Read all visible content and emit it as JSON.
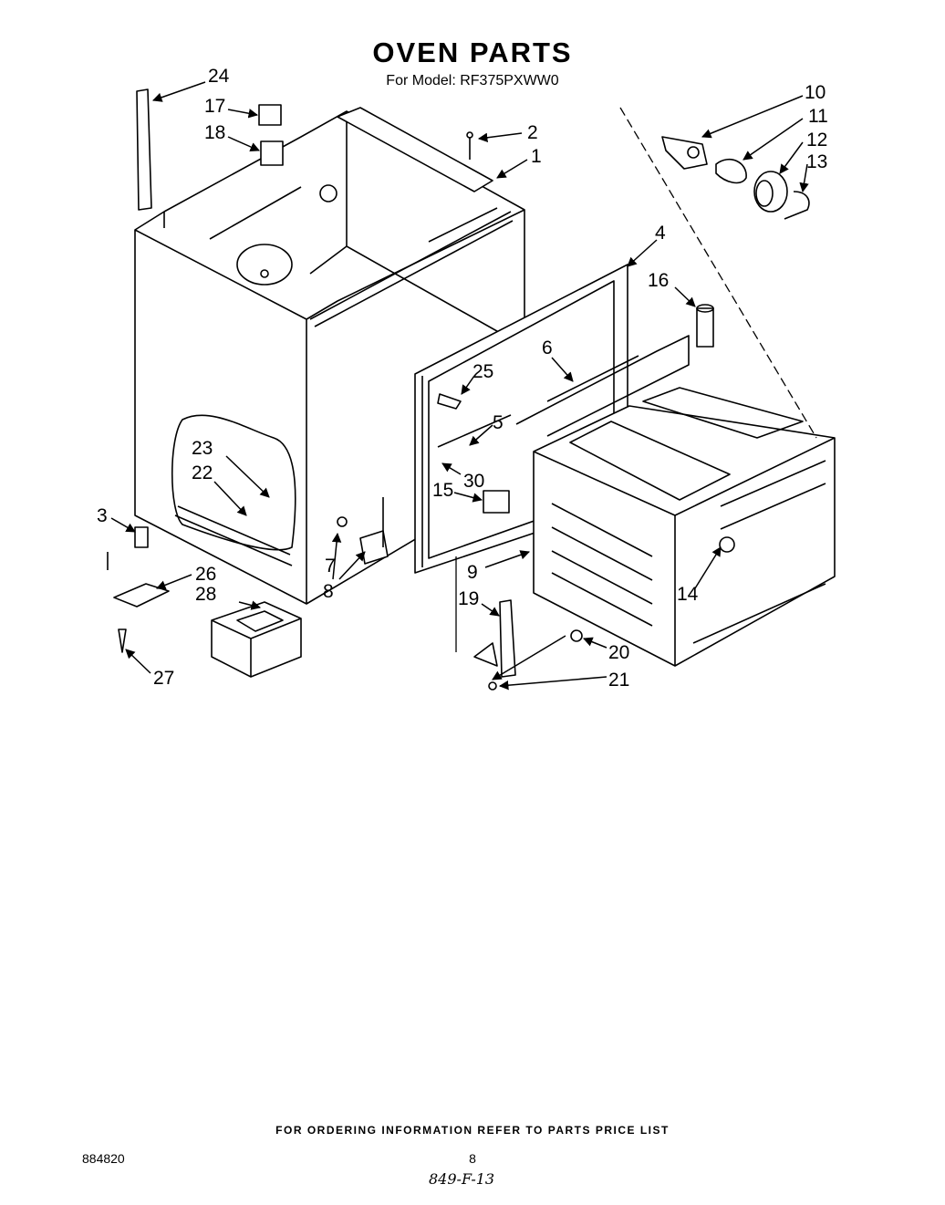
{
  "header": {
    "title": "OVEN PARTS",
    "subtitle": "For Model: RF375PXWW0"
  },
  "callouts": [
    {
      "id": "1",
      "label": "1"
    },
    {
      "id": "2",
      "label": "2"
    },
    {
      "id": "3",
      "label": "3"
    },
    {
      "id": "4",
      "label": "4"
    },
    {
      "id": "5",
      "label": "5"
    },
    {
      "id": "6",
      "label": "6"
    },
    {
      "id": "7",
      "label": "7"
    },
    {
      "id": "8",
      "label": "8"
    },
    {
      "id": "9",
      "label": "9"
    },
    {
      "id": "10",
      "label": "10"
    },
    {
      "id": "11",
      "label": "11"
    },
    {
      "id": "12",
      "label": "12"
    },
    {
      "id": "13",
      "label": "13"
    },
    {
      "id": "14",
      "label": "14"
    },
    {
      "id": "15",
      "label": "15"
    },
    {
      "id": "16",
      "label": "16"
    },
    {
      "id": "17",
      "label": "17"
    },
    {
      "id": "18",
      "label": "18"
    },
    {
      "id": "19",
      "label": "19"
    },
    {
      "id": "20",
      "label": "20"
    },
    {
      "id": "21",
      "label": "21"
    },
    {
      "id": "22",
      "label": "22"
    },
    {
      "id": "23",
      "label": "23"
    },
    {
      "id": "24",
      "label": "24"
    },
    {
      "id": "25",
      "label": "25"
    },
    {
      "id": "26",
      "label": "26"
    },
    {
      "id": "27",
      "label": "27"
    },
    {
      "id": "28",
      "label": "28"
    },
    {
      "id": "30",
      "label": "30"
    }
  ],
  "footer": {
    "ordering_note": "FOR ORDERING INFORMATION REFER TO PARTS PRICE LIST",
    "doc_number": "884820",
    "page_number": "8",
    "handwritten_note": "849-F-13"
  }
}
